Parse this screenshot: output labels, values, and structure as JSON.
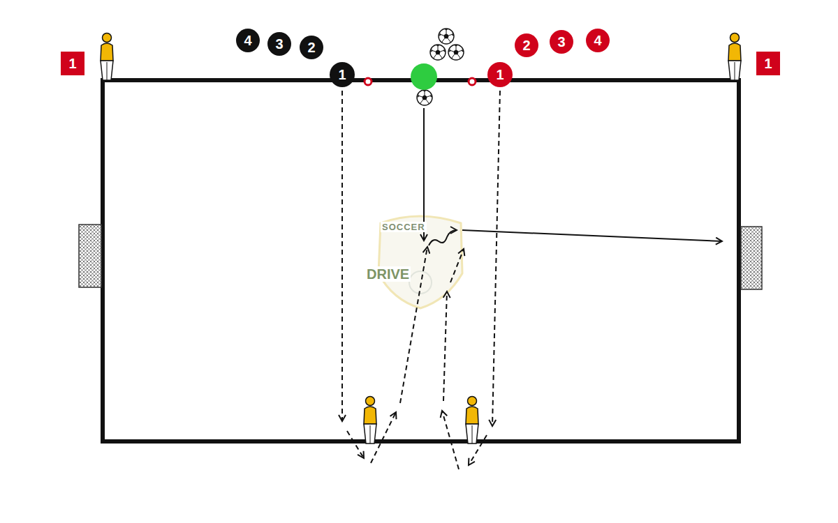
{
  "diagram": {
    "nodes": [
      {
        "text": [
          "1"
        ]
      },
      {
        "text": [
          "4"
        ]
      },
      {
        "text": [
          "3"
        ]
      },
      {
        "text": [
          "2"
        ]
      },
      {
        "text": [
          "1"
        ]
      },
      {
        "text": [
          "1"
        ]
      },
      {
        "text": [
          "2"
        ]
      },
      {
        "text": [
          "3"
        ]
      },
      {
        "text": [
          "4"
        ]
      },
      {
        "text": [
          "1"
        ]
      }
    ],
    "labels": [
      "SOCCER",
      "DRIVE"
    ]
  }
}
